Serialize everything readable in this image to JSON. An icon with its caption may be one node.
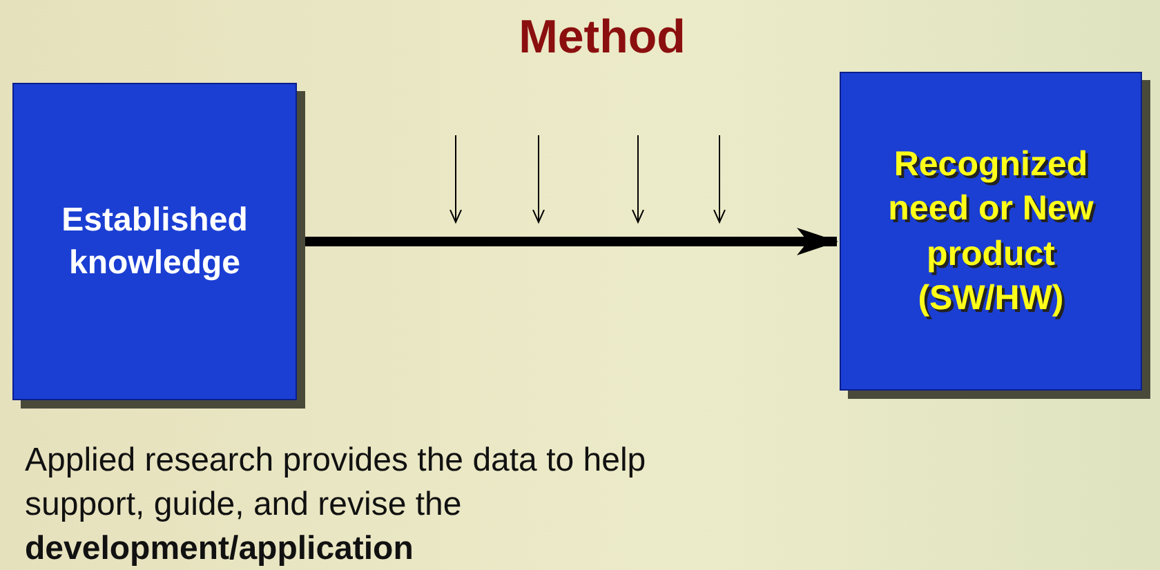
{
  "diagram": {
    "title": "Method",
    "nodes": [
      {
        "text": [
          "Established knowledge"
        ]
      },
      {
        "text": [
          "Recognized need or New product (SW/HW)"
        ]
      }
    ],
    "edges": [
      {
        "from": 0,
        "to": 1,
        "arrow": "to"
      }
    ],
    "caption": "Applied research provides the data to help support, guide, and revise the **development/application**"
  }
}
